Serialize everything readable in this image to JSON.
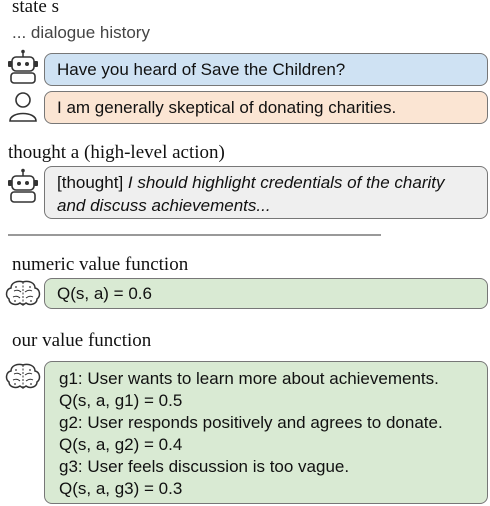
{
  "state_section": {
    "heading": "state s",
    "history_label": "... dialogue history",
    "agent_message": "Have you heard of Save the Children?",
    "user_message": "I am generally skeptical of donating charities."
  },
  "thought_section": {
    "heading": "thought a (high-level action)",
    "thought_tag": "[thought]",
    "thought_text_line1": "I should highlight credentials of the charity",
    "thought_text_line2": "and discuss achievements..."
  },
  "numeric_section": {
    "heading": "numeric value function",
    "value": "Q(s, a) = 0.6"
  },
  "our_section": {
    "heading": "our value function",
    "lines": [
      "g1: User wants to learn more about achievements.",
      "Q(s, a, g1) = 0.5",
      "g2: User responds positively and agrees to donate.",
      "Q(s, a, g2) = 0.4",
      "g3: User feels discussion is too vague.",
      "Q(s, a, g3) = 0.3"
    ]
  },
  "icons": [
    "robot-icon",
    "user-icon",
    "robot-icon",
    "brain-icon",
    "brain-icon"
  ],
  "colors": {
    "agent_box": "#cfe2f3",
    "user_box": "#fbe5d3",
    "thought_box": "#efefef",
    "value_box": "#d9ead3"
  }
}
